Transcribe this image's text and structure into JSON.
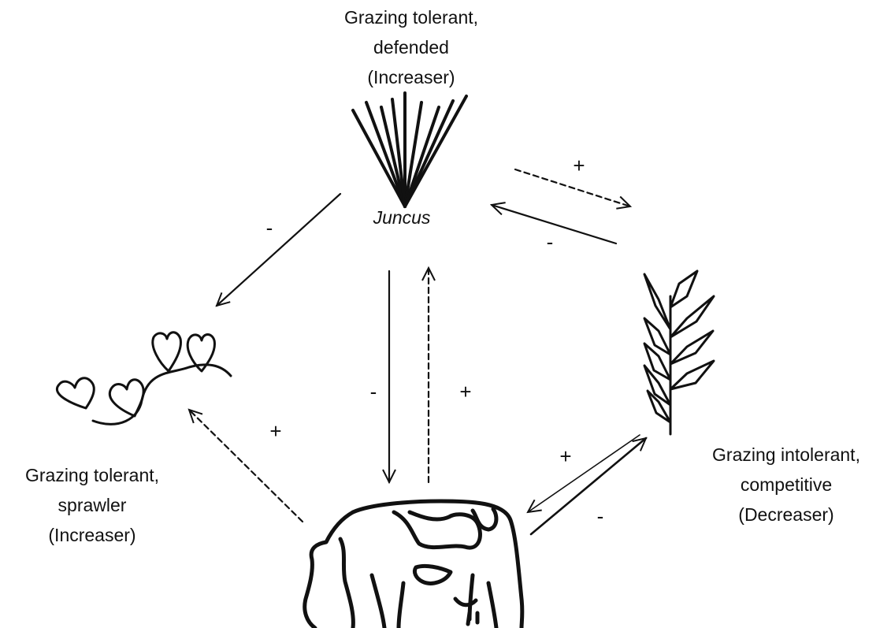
{
  "nodes": {
    "juncus": {
      "description_lines": [
        "Grazing tolerant,",
        "defended",
        "(Increaser)"
      ],
      "name": "Juncus"
    },
    "sprawler": {
      "description_lines": [
        "Grazing tolerant,",
        "sprawler",
        "(Increaser)"
      ]
    },
    "grass": {
      "description_lines": [
        "Grazing intolerant,",
        "competitive",
        "(Decreaser)"
      ]
    },
    "cow": {}
  },
  "edges": [
    {
      "from": "juncus",
      "to": "sprawler",
      "style": "solid",
      "sign": "-"
    },
    {
      "from": "juncus",
      "to": "grass",
      "style": "dashed",
      "sign": "+"
    },
    {
      "from": "grass",
      "to": "juncus",
      "style": "solid",
      "sign": "-"
    },
    {
      "from": "juncus",
      "to": "cow",
      "style": "solid",
      "sign": "-"
    },
    {
      "from": "cow",
      "to": "juncus",
      "style": "dashed",
      "sign": "+"
    },
    {
      "from": "cow",
      "to": "sprawler",
      "style": "dashed",
      "sign": "+"
    },
    {
      "from": "grass",
      "to": "cow",
      "style": "solid",
      "sign": "+"
    },
    {
      "from": "cow",
      "to": "grass",
      "style": "solid",
      "sign": "-"
    }
  ],
  "colors": {
    "ink": "#111111",
    "background": "#ffffff"
  }
}
